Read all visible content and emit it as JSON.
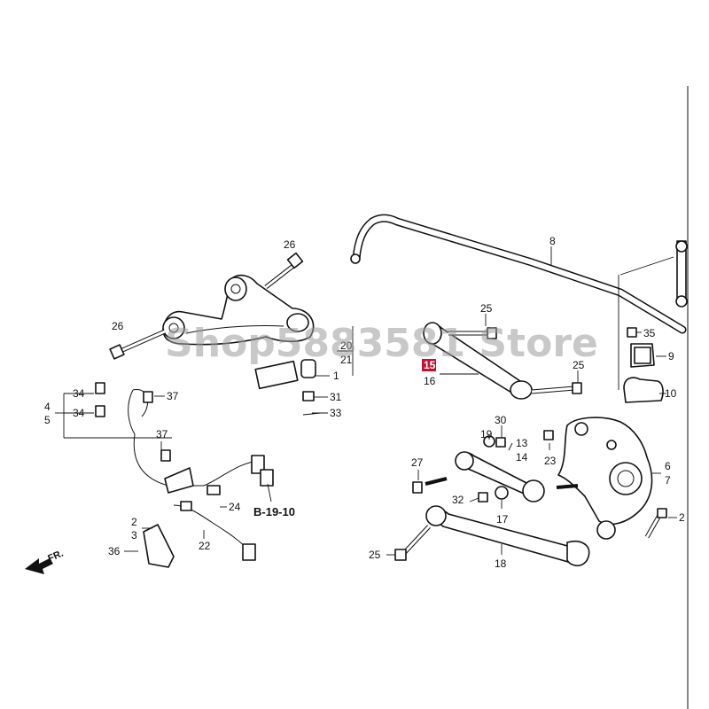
{
  "diagram": {
    "watermark": "Shop5883581 Store",
    "highlight_color": "#c8102e",
    "front_arrow_label": "FR.",
    "reference": "B-19-10",
    "callouts": {
      "c1": "1",
      "c2": "2",
      "c3": "3",
      "c4": "4",
      "c5": "5",
      "c6": "6",
      "c7": "7",
      "c8": "8",
      "c9": "9",
      "c10": "10",
      "c13": "13",
      "c14": "14",
      "c15": "15",
      "c16": "16",
      "c17": "17",
      "c18": "18",
      "c19": "19",
      "c20": "20",
      "c21": "21",
      "c22": "22",
      "c23": "23",
      "c24": "24",
      "c25a": "25",
      "c25b": "25",
      "c25c": "25",
      "c26a": "26",
      "c26b": "26",
      "c27": "27",
      "c30": "30",
      "c31": "31",
      "c32": "32",
      "c33": "33",
      "c34a": "34",
      "c34b": "34",
      "c35": "35",
      "c36": "36",
      "c37a": "37",
      "c37b": "37",
      "c2b": "2"
    }
  }
}
